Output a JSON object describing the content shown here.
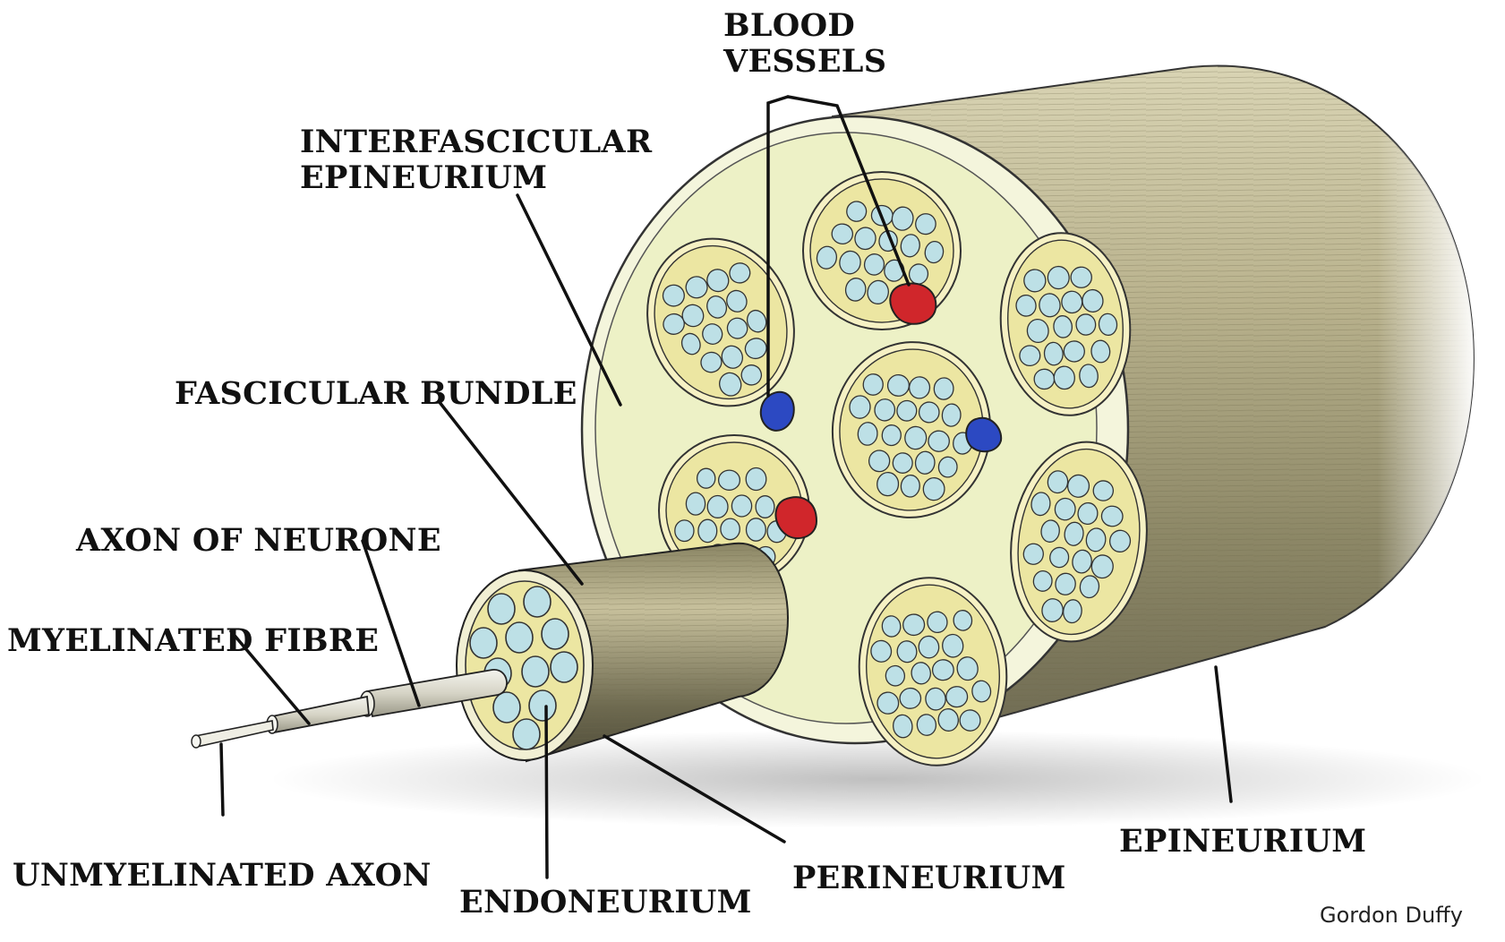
{
  "labels": {
    "blood_vessels_1": "BLOOD",
    "blood_vessels_2": "VESSELS",
    "interfascicular_1": "INTERFASCICULAR",
    "interfascicular_2": "EPINEURIUM",
    "fascicular_bundle": "FASCICULAR BUNDLE",
    "axon_of_neurone": "AXON OF NEURONE",
    "myelinated_fibre": "MYELINATED FIBRE",
    "unmyelinated_axon": "UNMYELINATED AXON",
    "endoneurium": "ENDONEURIUM",
    "perineurium": "PERINEURIUM",
    "epineurium": "EPINEURIUM"
  },
  "credit": "Gordon Duffy",
  "colors": {
    "nerve_sheath": "#b5b190",
    "cross_section": "#eef2c8",
    "fascicle_fill": "#ece6a2",
    "axon_fill": "#bde0e6",
    "artery": "#d0262b",
    "vein": "#2c49c2",
    "outline": "#222222"
  }
}
